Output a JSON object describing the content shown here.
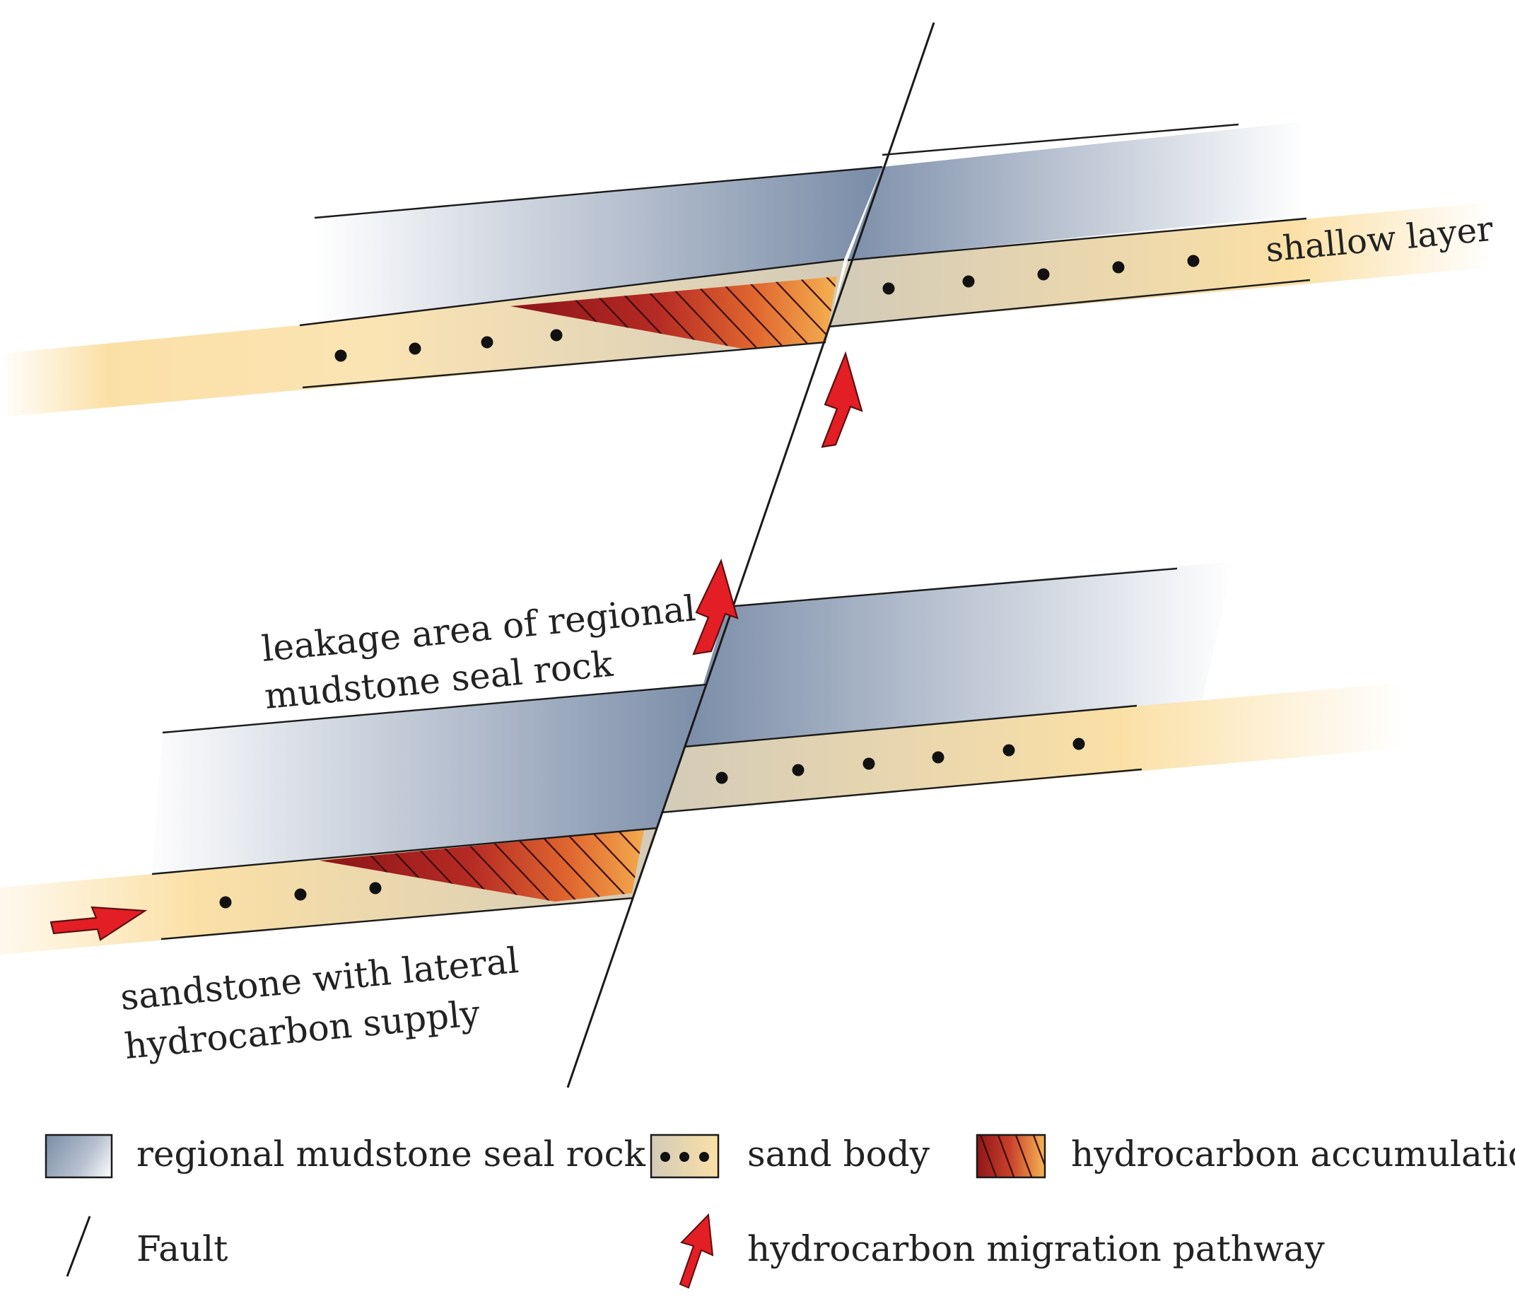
{
  "labels": {
    "shallow_layer": "shallow layer",
    "leakage_line1": "leakage area of regional",
    "leakage_line2": "mudstone seal rock",
    "sandstone_line1": "sandstone with lateral",
    "sandstone_line2": "hydrocarbon supply"
  },
  "legend": {
    "seal_rock": "regional mudstone seal rock",
    "sand_body": "sand body",
    "accumulation": "hydrocarbon accumulation",
    "fault": "Fault",
    "migration": "hydrocarbon migration pathway"
  },
  "colors": {
    "mudstone": "#7b8da8",
    "sand": "#fbe0a6",
    "sand_grey": "#d3cbb8",
    "hc_dark": "#8c1418",
    "hc_mid": "#d04a2a",
    "hc_light": "#f5b352",
    "arrow": "#e31e24",
    "line": "#1a1a1a"
  }
}
